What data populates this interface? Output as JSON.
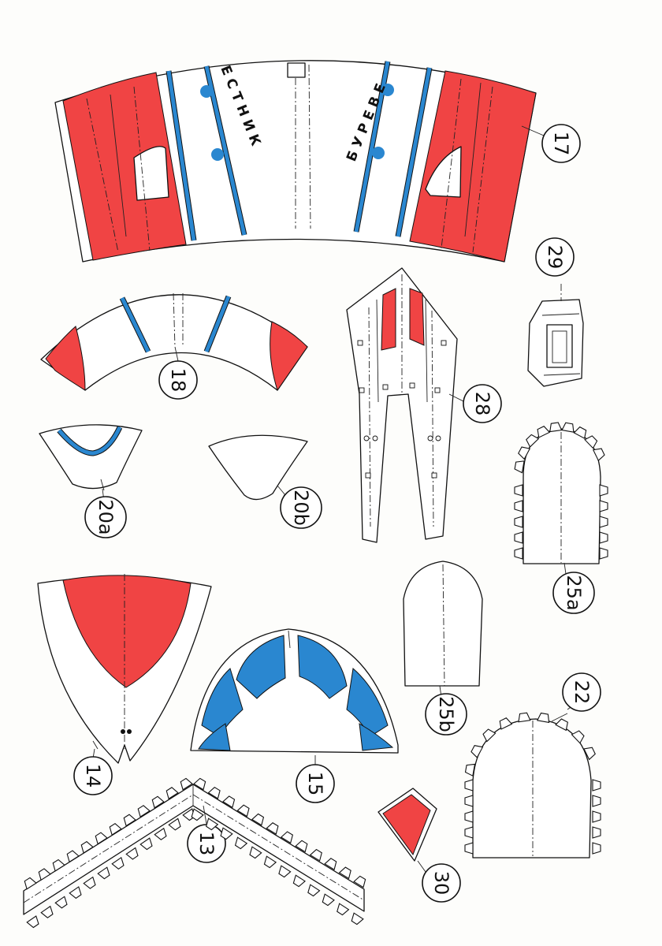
{
  "colors": {
    "red": "#f04444",
    "blue": "#2a87d0",
    "outline": "#111111",
    "paper": "#ffffff"
  },
  "hull_text": {
    "left": "ЕСТНИК",
    "right": "БУРЕВЕ"
  },
  "parts": [
    {
      "key": "p17",
      "label": "17"
    },
    {
      "key": "p18",
      "label": "18"
    },
    {
      "key": "p20a",
      "label": "20a"
    },
    {
      "key": "p20b",
      "label": "20b"
    },
    {
      "key": "p28",
      "label": "28"
    },
    {
      "key": "p29",
      "label": "29"
    },
    {
      "key": "p25a",
      "label": "25a"
    },
    {
      "key": "p25b",
      "label": "25b"
    },
    {
      "key": "p14",
      "label": "14"
    },
    {
      "key": "p15",
      "label": "15"
    },
    {
      "key": "p22",
      "label": "22"
    },
    {
      "key": "p13",
      "label": "13"
    },
    {
      "key": "p30",
      "label": "30"
    }
  ]
}
